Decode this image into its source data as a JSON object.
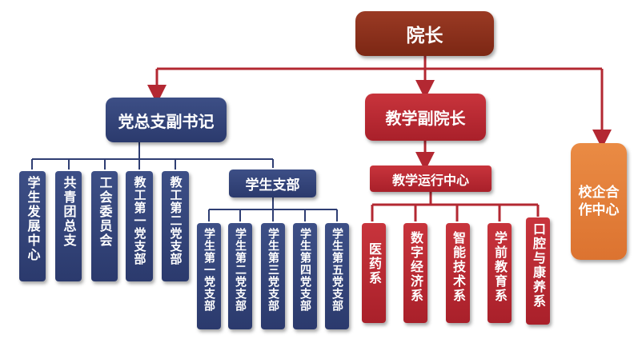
{
  "dean": "院长",
  "party_secretary": "党总支副书记",
  "vice_dean": "教学副院长",
  "school_enterprise_center": "校企合作中心",
  "teaching_center": "教学运行中心",
  "student_branch": "学生支部",
  "party_units": [
    "学生发展中心",
    "共青团总支",
    "工会委员会",
    "教工第一党支部",
    "教工第二党支部"
  ],
  "student_branches": [
    "学生第一党支部",
    "学生第二党支部",
    "学生第三党支部",
    "学生第四党支部",
    "学生第五党支部"
  ],
  "departments": [
    "医药系",
    "数字经济系",
    "智能技术系",
    "学前教育系",
    "口腔与康养系"
  ],
  "colors": {
    "navy": "#2f3e73",
    "red": "#b32832",
    "brown": "#8a2f1b",
    "orange": "#e27b36",
    "red_line": "#b32832",
    "navy_line": "#2f3e73"
  }
}
